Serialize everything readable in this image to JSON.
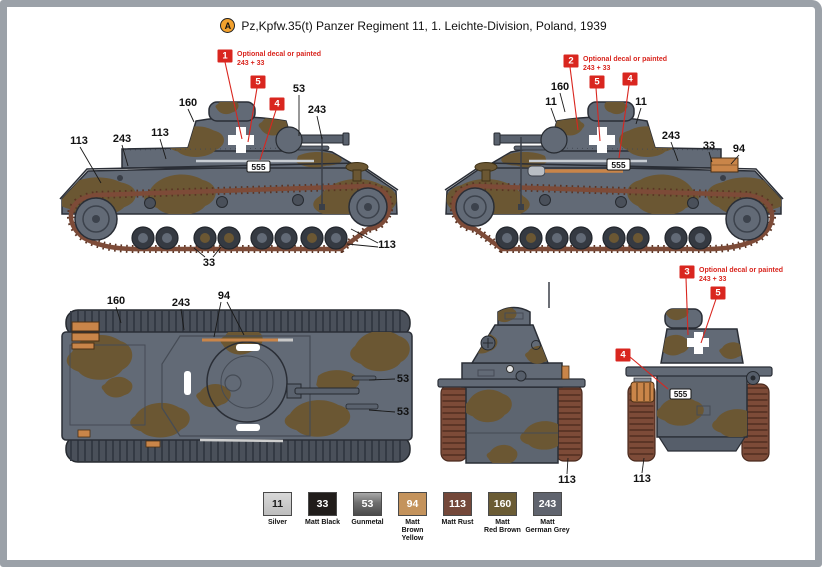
{
  "header": {
    "variant_letter": "A",
    "title": "Pz,Kpfw.35(t) Panzer Regiment 11, 1. Leichte-Division, Poland, 1939"
  },
  "optional_note": {
    "line1": "Optional decal or painted",
    "line2": "243 + 33"
  },
  "tank": {
    "turret_number": "555"
  },
  "red_badges": [
    "1",
    "5",
    "4",
    "2",
    "5",
    "4",
    "3",
    "5",
    "4"
  ],
  "paint_labels": [
    "113",
    "243",
    "113",
    "160",
    "53",
    "243",
    "33",
    "113",
    "160",
    "11",
    "11",
    "243",
    "33",
    "94",
    "160",
    "243",
    "94",
    "53",
    "53",
    "113",
    "113"
  ],
  "legend": {
    "items": [
      {
        "code": "11",
        "line1": "Silver",
        "line2": "",
        "bg": "linear-gradient(180deg,#d9d9d9 0%,#bdbdbd 100%)",
        "fg": "#1a1a1a"
      },
      {
        "code": "33",
        "line1": "Matt Black",
        "line2": "",
        "bg": "#211d1b",
        "fg": "#ffffff"
      },
      {
        "code": "53",
        "line1": "Gunmetal",
        "line2": "",
        "bg": "linear-gradient(180deg,#a9a9a9 0%,#6e6e6e 45%,#4b4b4b 100%)",
        "fg": "#ffffff"
      },
      {
        "code": "94",
        "line1": "Matt",
        "line2": "Brown Yellow",
        "bg": "#c4935c",
        "fg": "#ffffff"
      },
      {
        "code": "113",
        "line1": "Matt Rust",
        "line2": "",
        "bg": "#74483a",
        "fg": "#ffffff"
      },
      {
        "code": "160",
        "line1": "Matt",
        "line2": "Red Brown",
        "bg": "#6b5c35",
        "fg": "#ffffff"
      },
      {
        "code": "243",
        "line1": "Matt",
        "line2": "German Grey",
        "bg": "#60646e",
        "fg": "#ffffff"
      }
    ]
  },
  "palette": {
    "german_grey": "#626a76",
    "camo_brown": "#6b5733",
    "track_rust": "#7d4b38",
    "tool_tan": "#c98549",
    "callout_red": "#d9261f",
    "frame_grey": "#9ba1a8",
    "badge_amber": "#f2a12e"
  }
}
